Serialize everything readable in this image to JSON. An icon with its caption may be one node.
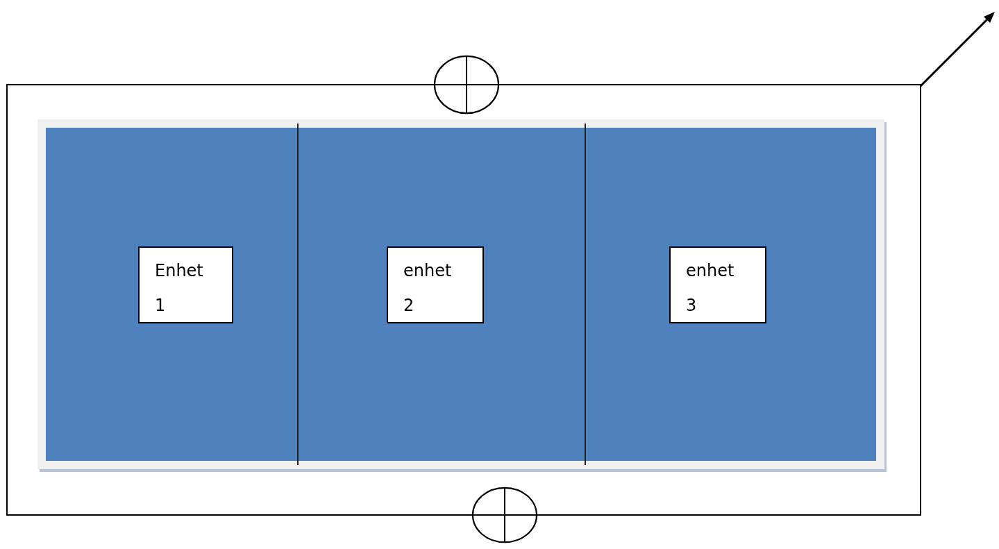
{
  "diagram": {
    "nodes": [
      {
        "text": [],
        "shape": "box"
      },
      {
        "text": [
          "Enhet 1"
        ],
        "in": 0
      },
      {
        "text": [
          "enhet 2"
        ],
        "in": 0
      },
      {
        "text": [
          "enhet 3"
        ],
        "in": 0
      },
      {
        "text": [],
        "shape": "circle"
      },
      {
        "text": [],
        "shape": "circle"
      }
    ],
    "edges": [
      {
        "from": 4,
        "to": 5,
        "arrow": "none"
      },
      {
        "from": 4,
        "to": 5,
        "arrow": "none"
      }
    ]
  }
}
